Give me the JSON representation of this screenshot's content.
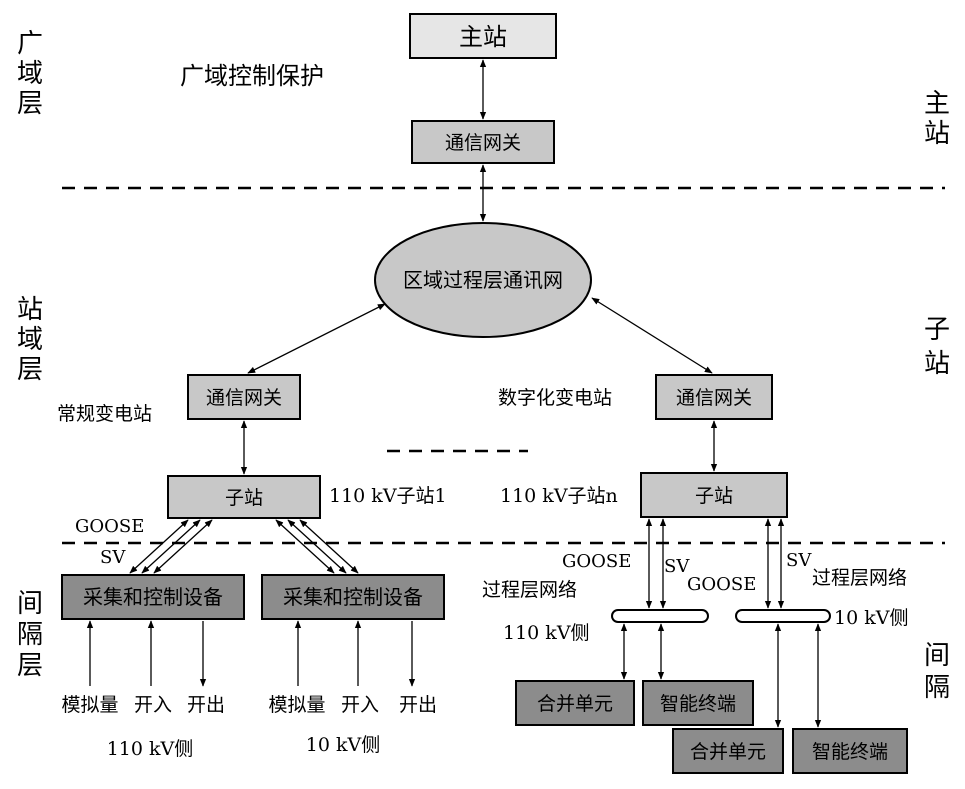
{
  "layers_left": {
    "wide": [
      "广",
      "域",
      "层"
    ],
    "station": [
      "站",
      "域",
      "层"
    ],
    "bay": [
      "间",
      "隔",
      "层"
    ]
  },
  "layers_right": {
    "master": [
      "主",
      "站"
    ],
    "sub": [
      "子",
      "站"
    ],
    "bay": [
      "间",
      "隔"
    ]
  },
  "title": "广域控制保护",
  "nodes": {
    "master_station": "主站",
    "gateway_top": "通信网关",
    "regional_network": "区域过程层通讯网",
    "gateway_left": "通信网关",
    "gateway_right": "通信网关",
    "substation_left": "子站",
    "substation_right": "子站",
    "acq_ctrl_1": "采集和控制设备",
    "acq_ctrl_2": "采集和控制设备",
    "merge_unit_1": "合并单元",
    "smart_terminal_1": "智能终端",
    "merge_unit_2": "合并单元",
    "smart_terminal_2": "智能终端"
  },
  "labels": {
    "conventional_substation": "常规变电站",
    "digital_substation": "数字化变电站",
    "substation_1": "110 kV子站1",
    "substation_n": "110 kV子站n",
    "goose_left": "GOOSE",
    "sv_left": "SV",
    "goose_r1": "GOOSE",
    "sv_r1": "SV",
    "goose_r2": "GOOSE",
    "sv_r2": "SV",
    "process_net_1": "过程层网络",
    "process_net_2": "过程层网络",
    "side_110_right": "110 kV侧",
    "side_10_right": "10 kV侧",
    "analog_1": "模拟量",
    "input_1": "开入",
    "output_1": "开出",
    "analog_2": "模拟量",
    "input_2": "开入",
    "output_2": "开出",
    "side_110_bottom": "110 kV侧",
    "side_10_bottom": "10 kV侧"
  },
  "colors": {
    "light_node": "#e6e6e6",
    "mid_node": "#c8c8c8",
    "dark_node": "#8c8c8c"
  }
}
